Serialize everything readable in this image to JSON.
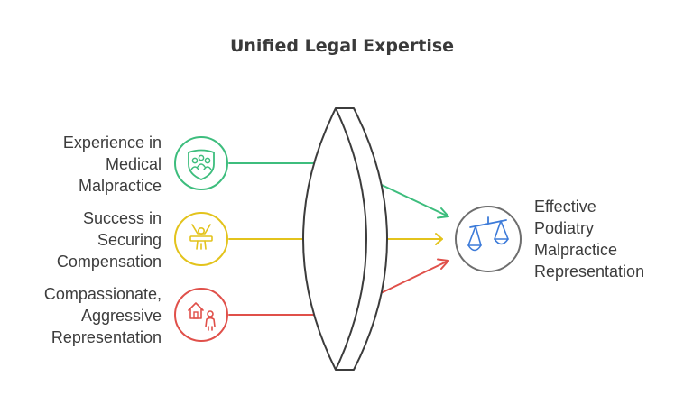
{
  "title": "Unified Legal Expertise",
  "inputs": [
    {
      "lines": [
        "Experience in",
        "Medical",
        "Malpractice"
      ],
      "color": "#3dbd7d",
      "icon": "team-shield-icon"
    },
    {
      "lines": [
        "Success in",
        "Securing",
        "Compensation"
      ],
      "color": "#e3c31c",
      "icon": "success-person-icon"
    },
    {
      "lines": [
        "Compassionate,",
        "Aggressive",
        "Representation"
      ],
      "color": "#e0504a",
      "icon": "home-person-icon"
    }
  ],
  "output": {
    "lines": [
      "Effective",
      "Podiatry",
      "Malpractice",
      "Representation"
    ],
    "color": "#3d7bd9",
    "icon": "scales-icon"
  },
  "lens_color": "#3c3c3c"
}
